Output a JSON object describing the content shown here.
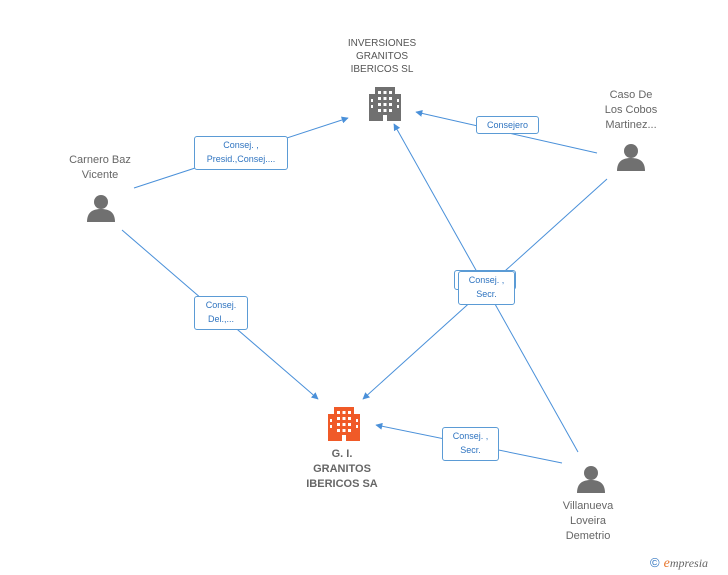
{
  "nodes": {
    "inversiones": {
      "label": "INVERSIONES\nGRANITOS\nIBERICOS SL",
      "type": "company"
    },
    "granitos": {
      "label": "G. I.\nGRANITOS\nIBERICOS SA",
      "type": "company-main"
    },
    "carnero": {
      "label": "Carnero Baz\nVicente",
      "type": "person"
    },
    "caso": {
      "label": "Caso De\nLos Cobos\nMartinez...",
      "type": "person"
    },
    "villanueva": {
      "label": "Villanueva\nLoveira\nDemetrio",
      "type": "person"
    }
  },
  "edges": {
    "carnero_inversiones": {
      "line1": "Consej. ,",
      "line2": "Presid.,Consej...."
    },
    "caso_inversiones": {
      "line1": "Consejero",
      "line2": ""
    },
    "carnero_granitos": {
      "line1": "Consej.",
      "line2": "Del.,..."
    },
    "caso_center": {
      "line1": "Consej. ,",
      "line2": "Secr."
    },
    "villanueva_granitos": {
      "line1": "Consej. ,",
      "line2": "Secr."
    }
  },
  "footer": {
    "copyright": "©",
    "brand_first": "e",
    "brand_rest": "mpresia"
  },
  "colors": {
    "edge": "#4a90d9",
    "person_icon": "#707070",
    "company_icon": "#707070",
    "main_company_icon": "#f05a28"
  }
}
